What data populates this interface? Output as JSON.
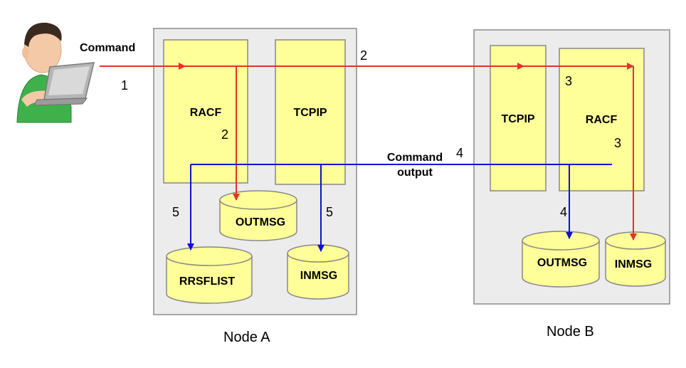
{
  "user": {
    "command_label": "Command"
  },
  "node_a": {
    "label": "Node A",
    "boxes": {
      "racf": "RACF",
      "tcpip": "TCPIP"
    },
    "datasets": {
      "outmsg": "OUTMSG",
      "rrsflist": "RRSFLIST",
      "inmsg": "INMSG"
    }
  },
  "node_b": {
    "label": "Node B",
    "boxes": {
      "tcpip": "TCPIP",
      "racf": "RACF"
    },
    "datasets": {
      "outmsg": "OUTMSG",
      "inmsg": "INMSG"
    }
  },
  "command_output_label": {
    "line1": "Command",
    "line2": "output"
  },
  "step_numbers": {
    "s1": "1",
    "s2_top": "2",
    "s2_racf": "2",
    "s3_top": "3",
    "s3_racf": "3",
    "s4_mid": "4",
    "s4_low": "4",
    "s5_left": "5",
    "s5_mid": "5"
  },
  "colors": {
    "command_path": "#e8302a",
    "output_path": "#1010d0",
    "component_fill": "#ffff99",
    "node_fill": "#ececec",
    "node_stroke": "#8c8c8c",
    "component_stroke": "#888888"
  }
}
